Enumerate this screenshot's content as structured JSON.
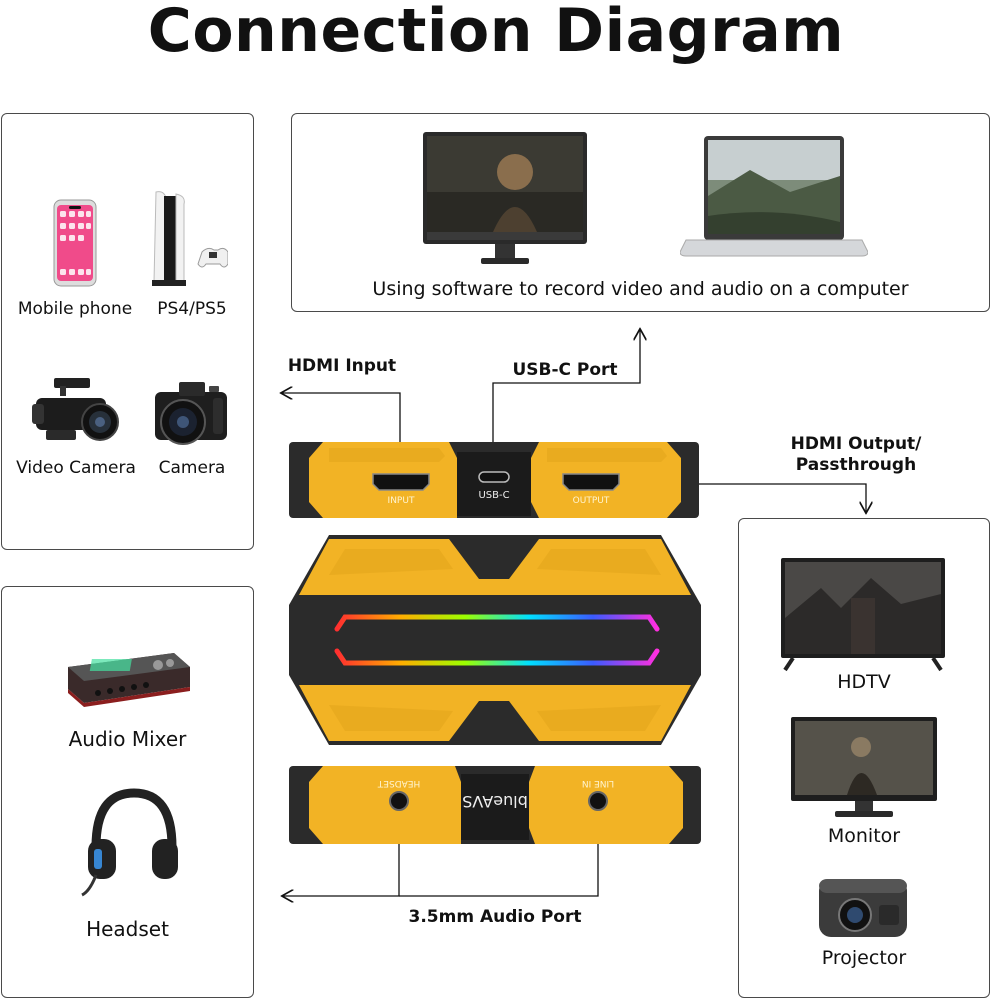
{
  "title": "Connection Diagram",
  "inputs": {
    "mobile_phone": "Mobile phone",
    "ps": "PS4/PS5",
    "video_camera": "Video Camera",
    "camera": "Camera"
  },
  "computer": {
    "caption": "Using software to record video and audio on a computer"
  },
  "labels": {
    "hdmi_input": "HDMI Input",
    "usbc_port": "USB-C Port",
    "hdmi_output": "HDMI Output/\nPassthrough",
    "audio_port": "3.5mm Audio Port"
  },
  "device": {
    "port_input": "INPUT",
    "port_usbc": "USB-C",
    "port_output": "OUTPUT",
    "port_headset": "HEADSET",
    "port_linein": "LINE IN",
    "brand": "blueAVS"
  },
  "audio": {
    "mixer": "Audio Mixer",
    "headset": "Headset"
  },
  "outputs": {
    "hdtv": "HDTV",
    "monitor": "Monitor",
    "projector": "Projector"
  },
  "colors": {
    "device_yellow": "#f2b325",
    "device_dark": "#2b2b2b"
  }
}
